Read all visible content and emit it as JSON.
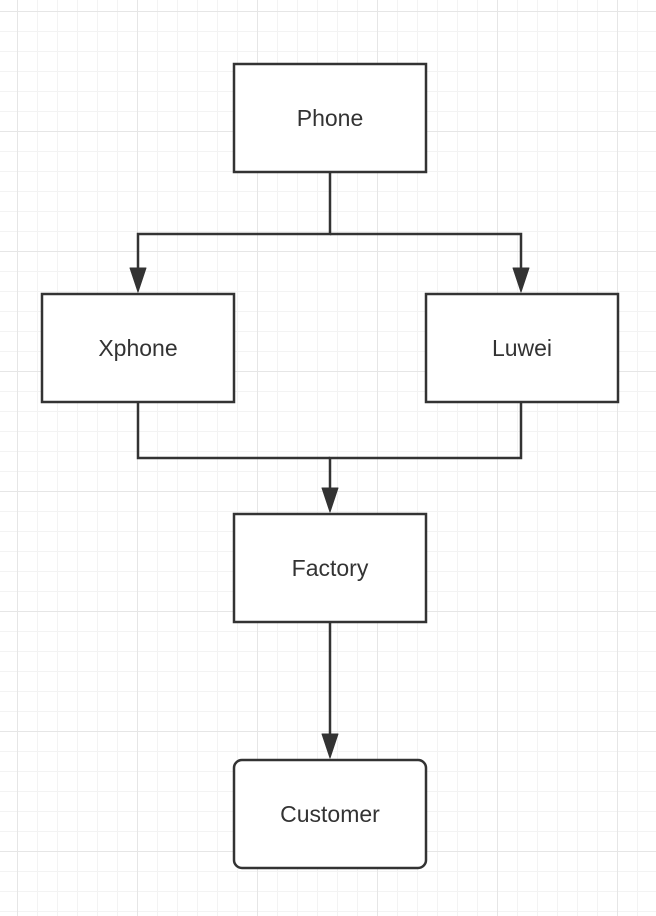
{
  "diagram": {
    "nodes": [
      {
        "id": "phone",
        "label": "Phone",
        "shape": "rect"
      },
      {
        "id": "xphone",
        "label": "Xphone",
        "shape": "rect"
      },
      {
        "id": "luwei",
        "label": "Luwei",
        "shape": "rect"
      },
      {
        "id": "factory",
        "label": "Factory",
        "shape": "rect"
      },
      {
        "id": "customer",
        "label": "Customer",
        "shape": "rounded-rect"
      }
    ],
    "edges": [
      {
        "from": "phone",
        "to": "xphone"
      },
      {
        "from": "phone",
        "to": "luwei"
      },
      {
        "from": "xphone",
        "to": "factory"
      },
      {
        "from": "luwei",
        "to": "factory"
      },
      {
        "from": "factory",
        "to": "customer"
      }
    ],
    "colors": {
      "stroke": "#333333",
      "fill": "#ffffff",
      "text": "#333333",
      "grid": "#e6e6e6"
    }
  }
}
